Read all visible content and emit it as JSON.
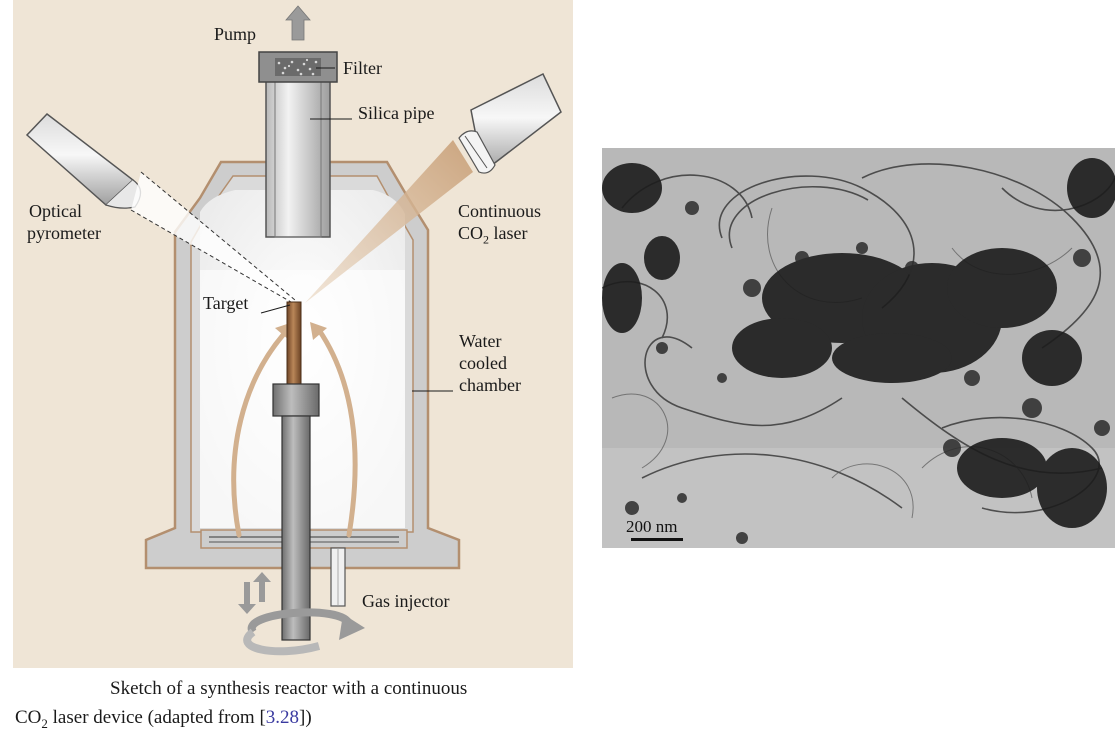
{
  "diagram": {
    "labels": {
      "pump": "Pump",
      "filter": "Filter",
      "silica_pipe": "Silica pipe",
      "optical_pyrometer_line1": "Optical",
      "optical_pyrometer_line2": "pyrometer",
      "laser_line1": "Continuous",
      "laser_line2_prefix": "CO",
      "laser_line2_sub": "2",
      "laser_line2_suffix": " laser",
      "target": "Target",
      "chamber_line1": "Water",
      "chamber_line2": "cooled",
      "chamber_line3": "chamber",
      "gas_injector": "Gas injector"
    },
    "colors": {
      "panel": "#efe5d6",
      "wall": "#cdcdcd",
      "wall_edge": "#b38f6f",
      "interior": "#f4f4f4",
      "flow": "#d2b08e",
      "target_rod": "#8b5a36",
      "shaft": "#8f8f8f"
    }
  },
  "caption": {
    "line1": "Sketch of a synthesis reactor with a continuous",
    "line2_prefix": "CO",
    "line2_sub": "2",
    "line2_mid": " laser device (adapted from [",
    "line2_ref": "3.28",
    "line2_suffix": "])"
  },
  "micrograph": {
    "scale_label": "200 nm"
  }
}
